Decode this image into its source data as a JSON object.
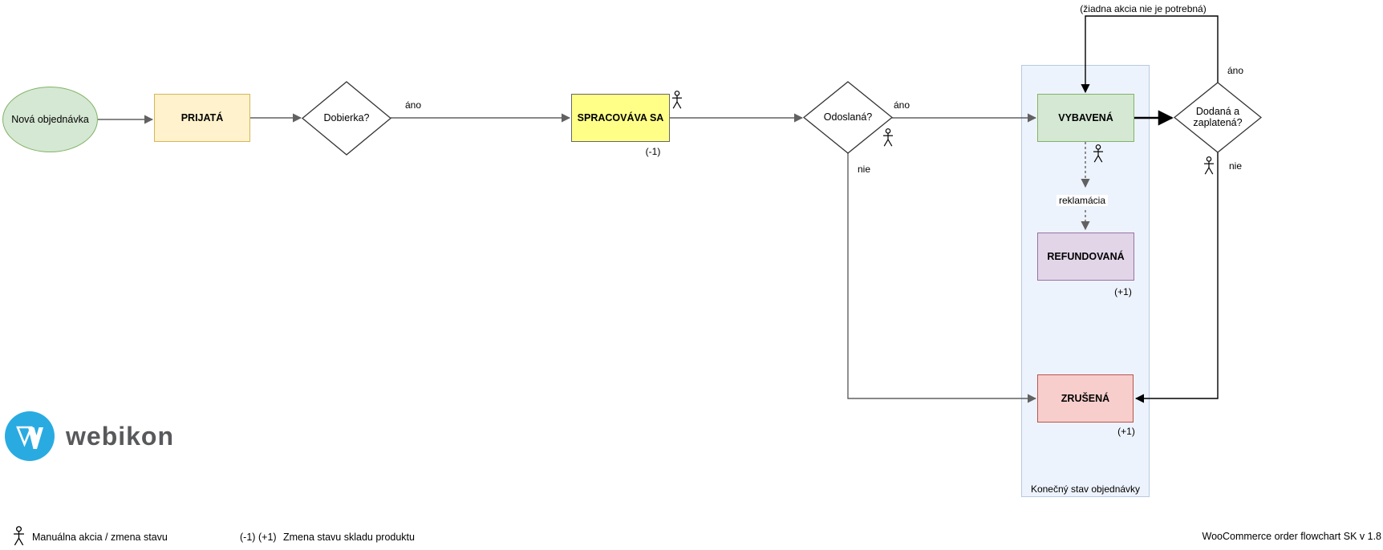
{
  "nodes": {
    "start": {
      "label": "Nová objednávka"
    },
    "prijata": {
      "label": "PRIJATÁ"
    },
    "spracovava": {
      "label": "SPRACOVÁVA SA",
      "stock_note": "(-1)"
    },
    "vybavena": {
      "label": "VYBAVENÁ"
    },
    "refundovana": {
      "label": "REFUNDOVANÁ",
      "stock_note": "(+1)"
    },
    "zrusena": {
      "label": "ZRUŠENÁ",
      "stock_note": "(+1)"
    }
  },
  "decisions": {
    "dobierka": {
      "label": "Dobierka?"
    },
    "odoslana": {
      "label": "Odoslaná?"
    },
    "dodana": {
      "label": "Dodaná a zaplatená?"
    }
  },
  "container": {
    "label": "Konečný stav objednávky"
  },
  "edge_labels": {
    "dobierka_yes": "áno",
    "odoslana_yes": "áno",
    "odoslana_no": "nie",
    "dodana_yes": "áno",
    "dodana_no": "nie",
    "reklamacia": "reklamácia",
    "no_action_note": "(žiadna akcia nie je potrebná)"
  },
  "legend": {
    "manual_action": "Manuálna akcia / zmena stavu",
    "stock_minus": "(-1)",
    "stock_plus": "(+1)",
    "stock_change": "Zmena stavu skladu produktu",
    "version": "WooCommerce order flowchart SK v 1.8"
  },
  "logo": {
    "text": "webikon"
  },
  "colors": {
    "start_fill": "#d5e8d4",
    "start_border": "#82b366",
    "prijata_fill": "#fff2cc",
    "prijata_border": "#d6b656",
    "spracovava_fill": "#ffff88",
    "spracovava_border": "#666666",
    "vybavena_fill": "#d5e8d4",
    "vybavena_border": "#82b366",
    "refundovana_fill": "#e1d5e7",
    "refundovana_border": "#9673a6",
    "zrusena_fill": "#f8cecc",
    "zrusena_border": "#b85450",
    "container_fill": "#edf3fc",
    "container_border": "#b9c9e0",
    "edge_gray": "#616161",
    "edge_black": "#000000",
    "logo_blue": "#29abe2",
    "logo_text_gray": "#58595b"
  }
}
